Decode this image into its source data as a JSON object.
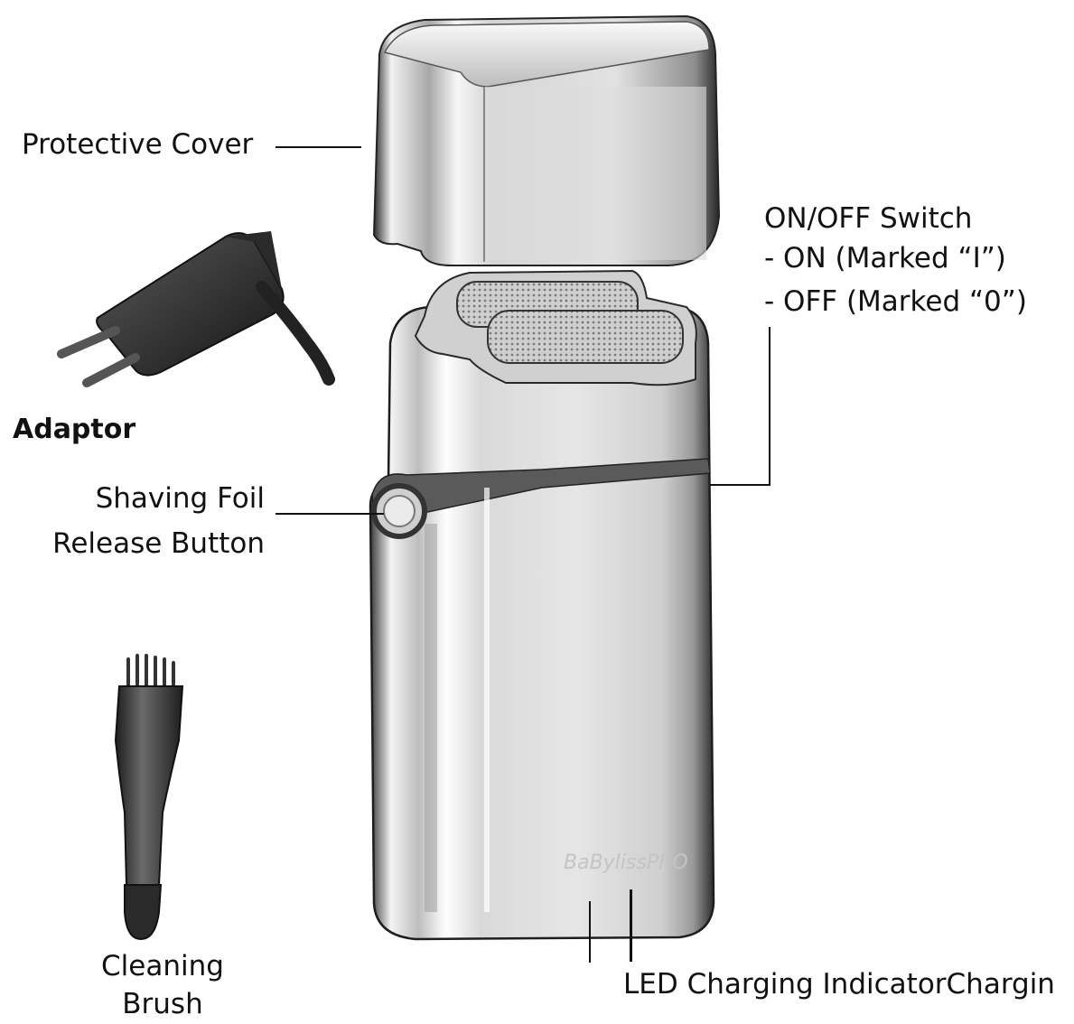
{
  "labels": {
    "protective_cover": "Protective Cover",
    "adaptor": "Adaptor",
    "shaving_foil_line1": "Shaving Foil",
    "shaving_foil_line2": "Release Button",
    "on_off_line1": "ON/OFF Switch",
    "on_off_line2": "- ON (Marked “I”)",
    "on_off_line3": "- OFF (Marked “0”)",
    "cleaning_brush_line1": "Cleaning",
    "cleaning_brush_line2": "Brush",
    "bottom": "LED Charging IndicatorChargin"
  },
  "product_brand": "BaBylissPRO"
}
